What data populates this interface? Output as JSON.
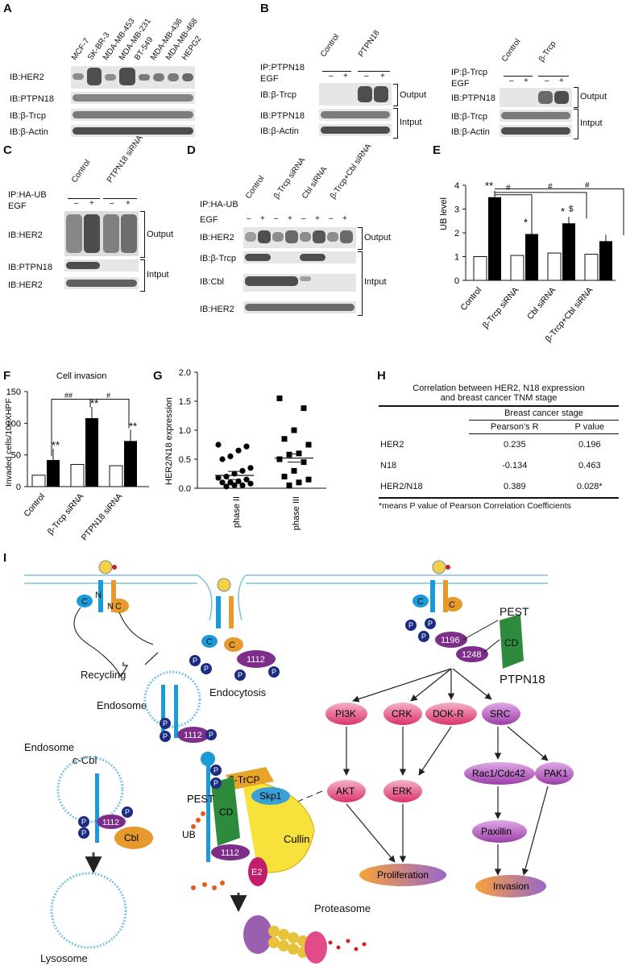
{
  "panels": {
    "A": "A",
    "B": "B",
    "C": "C",
    "D": "D",
    "E": "E",
    "F": "F",
    "G": "G",
    "H": "H",
    "I": "I"
  },
  "A": {
    "cells": [
      "MCF-7",
      "SK-BR-3",
      "MDA-MB-453",
      "MDA-MB-231",
      "BT-549",
      "MDA-MB-436",
      "MDA-MB-468",
      "HEPG2"
    ],
    "rows": [
      "IB:HER2",
      "IB:PTPN18",
      "IB:β-Trcp",
      "IB:β-Actin"
    ]
  },
  "B": {
    "ip1": "IP:PTPN18",
    "ip2": "IP:β-Trcp",
    "egf": "EGF",
    "control": "Control",
    "ptpn18": "PTPN18",
    "btrcp": "β-Trcp",
    "rows1": [
      "IB:β-Trcp",
      "IB:PTPN18",
      "IB:β-Actin"
    ],
    "rows2": [
      "IB:PTPN18",
      "IB:β-Trcp",
      "IB:β-Actin"
    ],
    "output": "Output",
    "intput": "Intput",
    "minus": "–",
    "plus": "+"
  },
  "C": {
    "ip": "IP:HA-UB",
    "egf": "EGF",
    "control": "Control",
    "sirna": "PTPN18 siRNA",
    "rows": [
      "IB:HER2",
      "IB:PTPN18",
      "IB:HER2"
    ]
  },
  "D": {
    "ip": "IP:HA-UB",
    "egf": "EGF",
    "lanes": [
      "Control",
      "β-Trcp siRNA",
      "Cbl siRNA",
      "β-Trcp+Cbl siRNA"
    ],
    "rows": [
      "IB:HER2",
      "IB:β-Trcp",
      "IB:Cbl",
      "IB:HER2"
    ]
  },
  "E": {
    "ylabel": "UB level",
    "categories": [
      "Control",
      "β-Trcp siRNA",
      "Cbl siRNA",
      "β-Trcp+Cbl siRNA"
    ],
    "values_minus": [
      1,
      1.05,
      1.15,
      1.1
    ],
    "values_plus": [
      3.5,
      1.95,
      2.4,
      1.65
    ],
    "yticks": [
      "0",
      "1",
      "2",
      "3",
      "4"
    ],
    "stars": [
      "**",
      "*",
      "*"
    ],
    "hash": "#",
    "dollar": "$"
  },
  "F": {
    "title": "Cell invasion",
    "ylabel": "Invaded cells/100XHPF",
    "categories": [
      "Control",
      "β-Trcp siRNA",
      "PTPN18 siRNA"
    ],
    "values_minus": [
      18,
      35,
      33
    ],
    "values_plus": [
      42,
      108,
      72
    ],
    "yticks": [
      "0",
      "50",
      "100",
      "150"
    ],
    "stars": "**",
    "hh": "##",
    "h": "#"
  },
  "G": {
    "ylabel": "HER2/N18  expression",
    "categories": [
      "phase II",
      "phase III"
    ],
    "yticks": [
      "0.0",
      "0.5",
      "1.0",
      "1.5",
      "2.0"
    ],
    "phase2": [
      0.75,
      0.72,
      0.65,
      0.55,
      0.5,
      0.35,
      0.3,
      0.25,
      0.2,
      0.18,
      0.15,
      0.12,
      0.1,
      0.1,
      0.08,
      0.05,
      0.05,
      0.03
    ],
    "phase3": [
      1.55,
      1.38,
      1.0,
      0.85,
      0.75,
      0.6,
      0.58,
      0.5,
      0.45,
      0.3,
      0.2,
      0.15,
      0.1,
      0.05
    ],
    "means": [
      0.22,
      0.52
    ]
  },
  "H": {
    "title1": "Correlation between HER2, N18 expression",
    "title2": "and breast cancer TNM stage",
    "stage": "Breast cancer stage",
    "c1": "Pearson's R",
    "c2": "P value",
    "rows": [
      {
        "n": "HER2",
        "r": "0.235",
        "p": "0.196"
      },
      {
        "n": "N18",
        "r": "-0.134",
        "p": "0.463"
      },
      {
        "n": "HER2/N18",
        "r": "0.389",
        "p": "0.028*"
      }
    ],
    "note": "*means P value of Pearson Correlation Coefficients"
  },
  "I": {
    "recycling": "Recycling",
    "endocytosis": "Endocytosis",
    "endosome1": "Endosome",
    "endosome2": "Endosome",
    "ccbl": "c-Cbl",
    "lysosome": "Lysosome",
    "proteasome": "Proteasome",
    "ptpn18": "PTPN18",
    "pest": "PEST",
    "cd": "CD",
    "p1196": "1196",
    "p1248": "1248",
    "p1112": "1112",
    "cbl": "Cbl",
    "btrcp": "β-TrCP",
    "skp1": "Skp1",
    "cullin": "Cullin",
    "e2": "E2",
    "ub": "UB",
    "p": "P",
    "c": "C",
    "n": "N",
    "pi3k": "PI3K",
    "crk": "CRK",
    "dokr": "DOK-R",
    "src": "SRC",
    "akt": "AKT",
    "erk": "ERK",
    "rac": "Rac1/Cdc42",
    "pak1": "PAK1",
    "paxillin": "Paxillin",
    "proliferation": "Proliferation",
    "invasion": "Invasion"
  }
}
